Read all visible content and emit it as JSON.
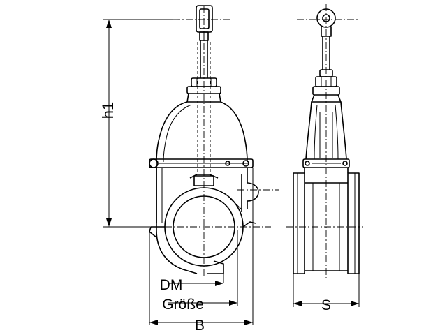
{
  "labels": {
    "h1": "h1",
    "dm": "DM",
    "groesse": "Größe",
    "b": "B",
    "s": "S"
  }
}
